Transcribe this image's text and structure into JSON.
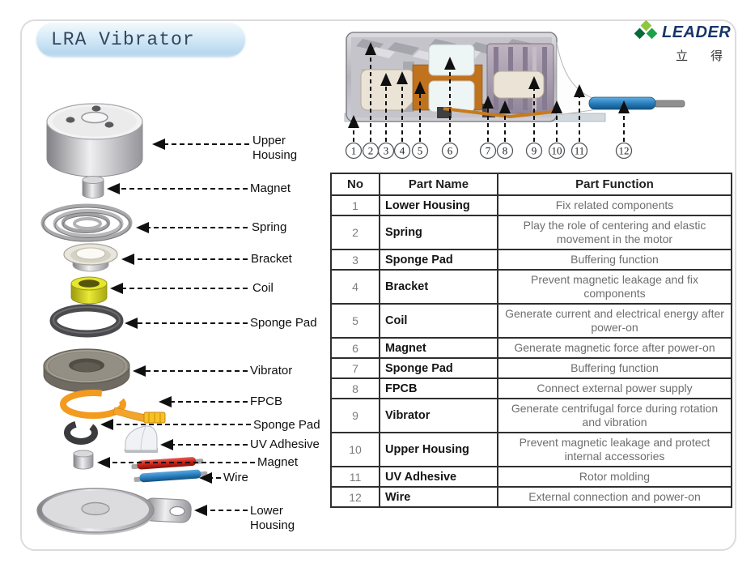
{
  "page": {
    "title": "LRA Vibrator"
  },
  "logo": {
    "brand": "LEADER",
    "chinese": "立 得",
    "colors": {
      "green_light": "#8ec63f",
      "green_dark": "#046a38",
      "green_mid": "#18a34a",
      "brand_blue": "#17356b"
    }
  },
  "exploded": {
    "labels": [
      {
        "id": "upper-housing",
        "text": "Upper\nHousing"
      },
      {
        "id": "magnet",
        "text": "Magnet"
      },
      {
        "id": "spring",
        "text": "Spring"
      },
      {
        "id": "bracket",
        "text": "Bracket"
      },
      {
        "id": "coil",
        "text": "Coil"
      },
      {
        "id": "sponge-pad",
        "text": "Sponge Pad"
      },
      {
        "id": "vibrator",
        "text": "Vibrator"
      },
      {
        "id": "fpcb",
        "text": "FPCB"
      },
      {
        "id": "sponge-pad-2",
        "text": "Sponge Pad"
      },
      {
        "id": "uv-adhesive",
        "text": "UV Adhesive"
      },
      {
        "id": "magnet-2",
        "text": "Magnet"
      },
      {
        "id": "wire",
        "text": "Wire"
      },
      {
        "id": "lower-housing",
        "text": "Lower\nHousing"
      }
    ],
    "part_colors": {
      "coil": "#e6e62e",
      "sponge": "#4b4b4d",
      "fpcb": "#f29b1f",
      "wire_red": "#c7231b",
      "wire_blue": "#2a7fc0",
      "metal": "#c9c9c9"
    }
  },
  "cross_section": {
    "callouts": [
      "1",
      "2",
      "3",
      "4",
      "5",
      "6",
      "7",
      "8",
      "9",
      "10",
      "11",
      "12"
    ],
    "wire_color": "#2a7fc0",
    "coil_color": "#c1721c"
  },
  "table": {
    "headers": [
      "No",
      "Part Name",
      "Part Function"
    ],
    "rows": [
      {
        "no": "1",
        "name": "Lower Housing",
        "function": "Fix related components"
      },
      {
        "no": "2",
        "name": "Spring",
        "function": "Play the role of centering and elastic movement in the motor"
      },
      {
        "no": "3",
        "name": "Sponge Pad",
        "function": "Buffering function"
      },
      {
        "no": "4",
        "name": "Bracket",
        "function": "Prevent magnetic leakage and fix components"
      },
      {
        "no": "5",
        "name": "Coil",
        "function": "Generate current and electrical energy after power-on"
      },
      {
        "no": "6",
        "name": "Magnet",
        "function": "Generate magnetic force after power-on"
      },
      {
        "no": "7",
        "name": "Sponge Pad",
        "function": "Buffering function"
      },
      {
        "no": "8",
        "name": "FPCB",
        "function": "Connect external power supply"
      },
      {
        "no": "9",
        "name": "Vibrator",
        "function": "Generate centrifugal force during rotation and vibration"
      },
      {
        "no": "10",
        "name": "Upper Housing",
        "function": "Prevent magnetic leakage and protect internal accessories"
      },
      {
        "no": "11",
        "name": "UV Adhesive",
        "function": "Rotor molding"
      },
      {
        "no": "12",
        "name": "Wire",
        "function": "External connection and power-on"
      }
    ]
  }
}
